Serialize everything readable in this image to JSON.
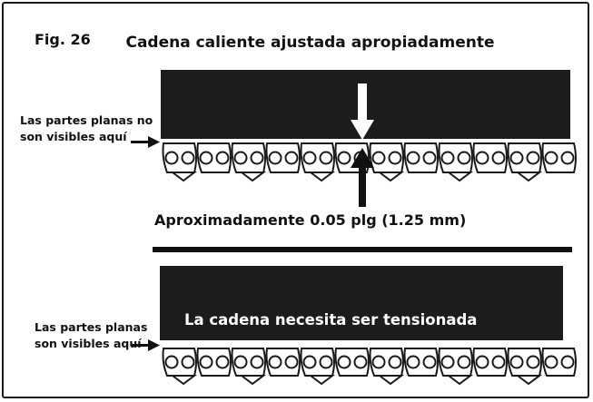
{
  "figure": {
    "label": "Fig. 26",
    "title": "Cadena caliente ajustada apropiadamente"
  },
  "top_panel": {
    "side_note": "Las partes planas no son visibles aquí",
    "measurement": "Aproximadamente 0.05 plg (1.25 mm)"
  },
  "bottom_panel": {
    "side_note": "Las partes planas son visibles aquí",
    "bar_caption": "La cadena necesita ser tensionada"
  },
  "colors": {
    "ink": "#111111",
    "paper": "#ffffff",
    "bar": "#1c1c1c"
  }
}
